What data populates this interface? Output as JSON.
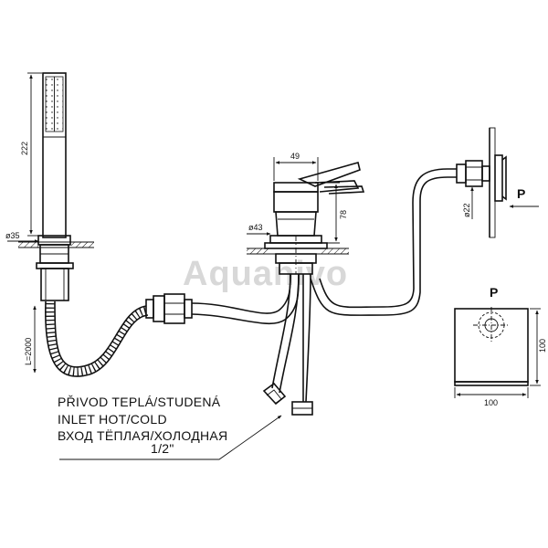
{
  "watermark": "Aquanivo",
  "dimensions": {
    "handshower_length": "222",
    "handshower_diameter": "ø35",
    "hose_length": "L=2000",
    "mixer_width": "49",
    "mixer_height": "78",
    "mixer_diameter": "ø43",
    "wall_outlet_diameter": "ø22",
    "plate_width": "100",
    "plate_height": "100"
  },
  "labels": {
    "p_side": "P",
    "p_front": "P"
  },
  "inlet_note": {
    "line_cz": "PŘIVOD TEPLÁ/STUDENÁ",
    "line_en": "INLET HOT/COLD",
    "line_ru": "ВХОД ТЁПЛАЯ/ХОЛОДНАЯ",
    "thread": "1/2\""
  }
}
